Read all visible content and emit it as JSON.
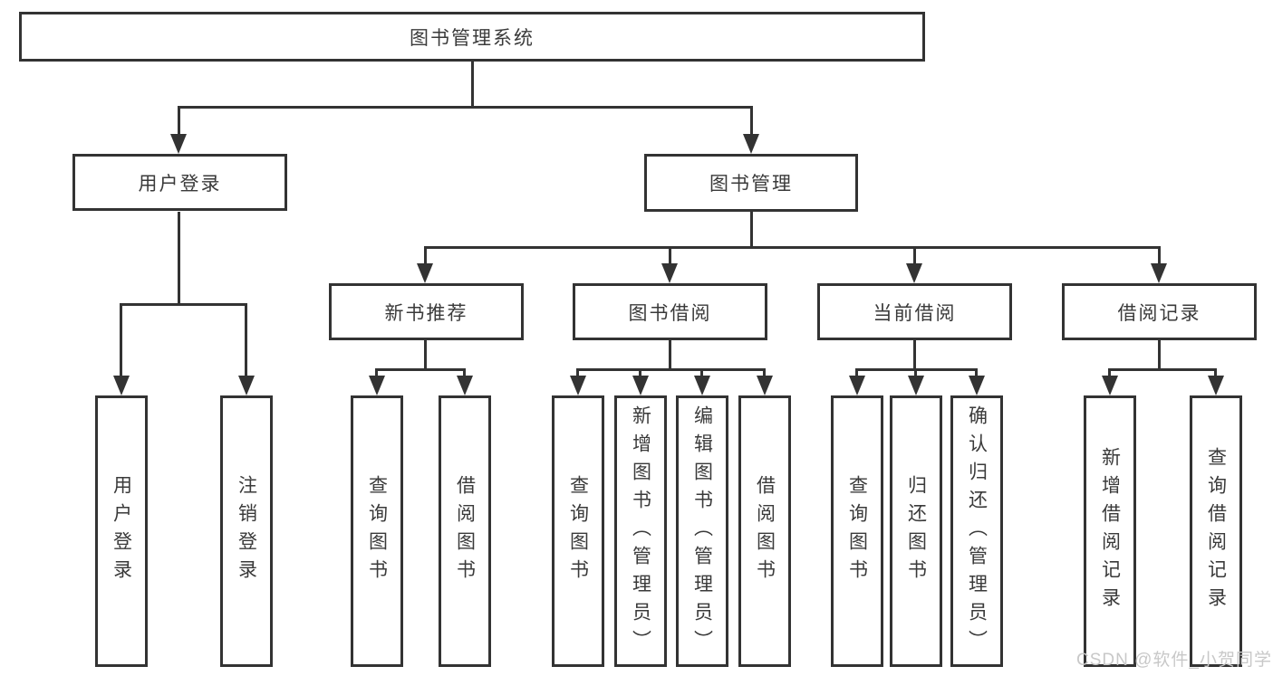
{
  "diagram": {
    "root": {
      "label": "图书管理系统"
    },
    "level2": {
      "user_login": {
        "label": "用户登录"
      },
      "book_mgmt": {
        "label": "图书管理"
      }
    },
    "level3": {
      "new_book": {
        "label": "新书推荐"
      },
      "book_borrow": {
        "label": "图书借阅"
      },
      "current_borrow": {
        "label": "当前借阅"
      },
      "borrow_records": {
        "label": "借阅记录"
      }
    },
    "leaves": {
      "user_login_1": {
        "label": "用户登录"
      },
      "user_login_2": {
        "label": "注销登录"
      },
      "new_book_1": {
        "label": "查询图书"
      },
      "new_book_2": {
        "label": "借阅图书"
      },
      "book_borrow_1": {
        "label": "查询图书"
      },
      "book_borrow_2": {
        "label": "新增图书（管理员）"
      },
      "book_borrow_3": {
        "label": "编辑图书（管理员）"
      },
      "book_borrow_4": {
        "label": "借阅图书"
      },
      "current_borrow_1": {
        "label": "查询图书"
      },
      "current_borrow_2": {
        "label": "归还图书"
      },
      "current_borrow_3": {
        "label": "确认归还（管理员）"
      },
      "borrow_records_1": {
        "label": "新增借阅记录"
      },
      "borrow_records_2": {
        "label": "查询借阅记录"
      }
    },
    "watermark": "CSDN @软件_小贺同学",
    "colors": {
      "line": "#333333",
      "text": "#3a3a3a",
      "background": "#ffffff",
      "watermark": "#c8c8c8"
    }
  }
}
